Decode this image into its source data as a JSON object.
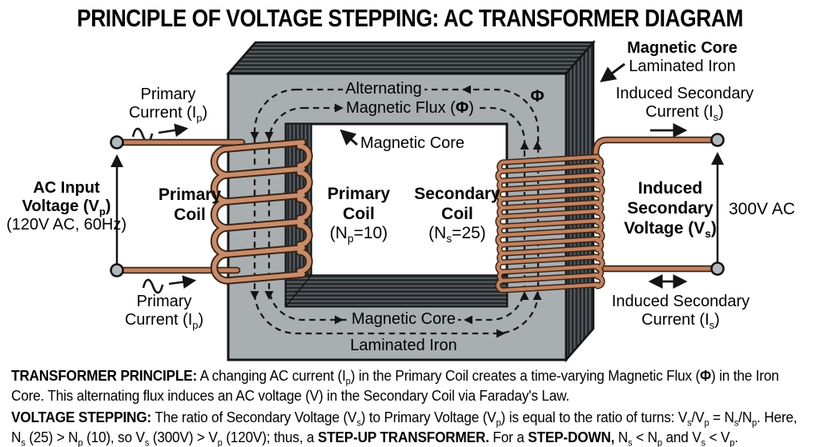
{
  "title": "PRINCIPLE OF VOLTAGE STEPPING: AC TRANSFORMER DIAGRAM",
  "colors": {
    "core_gray": "#a9aeb1",
    "lamination_dark": "#26292c",
    "lamination_light": "#5e6569",
    "copper": "#c2825f",
    "copper_outline": "#3a2416",
    "terminal_gray": "#b3b8ba",
    "line_black": "#141414"
  },
  "diagram": {
    "primary_current_top": {
      "line1": "Primary",
      "line2": [
        {
          "text": "Current (I"
        },
        {
          "text": "p",
          "sub": true
        },
        {
          "text": ")"
        }
      ]
    },
    "ac_input": {
      "line1": "AC Input",
      "line2": [
        {
          "text": "Voltage (V"
        },
        {
          "text": "p",
          "sub": true
        },
        {
          "text": ")"
        }
      ],
      "line3": "(120V AC, 60Hz)"
    },
    "primary_coil_label": {
      "line1": "Primary",
      "line2": "Coil"
    },
    "window_primary": {
      "line1": "Primary",
      "line2": "Coil",
      "line3": [
        {
          "text": "(N"
        },
        {
          "text": "p",
          "sub": true
        },
        {
          "text": "=10)"
        }
      ]
    },
    "window_secondary": {
      "line1": "Secondary",
      "line2": "Coil",
      "line3": [
        {
          "text": "(N"
        },
        {
          "text": "s",
          "sub": true
        },
        {
          "text": "=25)"
        }
      ]
    },
    "flux_label": {
      "line1": "Alternating",
      "line2": [
        {
          "text": "Magnetic Flux ("
        },
        {
          "text": "Φ",
          "bold": true
        },
        {
          "text": ")"
        }
      ]
    },
    "phi": "Φ",
    "magnetic_core_window": "Magnetic Core",
    "magnetic_core_right": {
      "line1": "Magnetic Core",
      "line2": "Laminated Iron"
    },
    "induced_current_top": {
      "line1": "Induced Secondary",
      "line2": [
        {
          "text": "Current (I"
        },
        {
          "text": "s",
          "sub": true
        },
        {
          "text": ")"
        }
      ]
    },
    "induced_voltage": {
      "line1": "Induced",
      "line2": "Secondary",
      "line3": [
        {
          "text": "Voltage (V"
        },
        {
          "text": "s",
          "sub": true
        },
        {
          "text": ")"
        }
      ]
    },
    "secondary_voltage_value": "300V AC",
    "induced_current_bottom": {
      "line1": "Induced Secondary",
      "line2": [
        {
          "text": "Current (I"
        },
        {
          "text": "s",
          "sub": true
        },
        {
          "text": ")"
        }
      ]
    },
    "magnetic_core_bottom": {
      "line1": "Magnetic Core",
      "line2": "Laminated Iron"
    },
    "primary_current_bottom": {
      "line1": "Primary",
      "line2": [
        {
          "text": "Current (I"
        },
        {
          "text": "p",
          "sub": true
        },
        {
          "text": ")"
        }
      ]
    }
  },
  "footer": {
    "paragraph1": [
      {
        "text": "TRANSFORMER PRINCIPLE:",
        "bold": true
      },
      {
        "text": " A changing AC current (I"
      },
      {
        "text": "p",
        "sub": true
      },
      {
        "text": ") in the Primary Coil creates a time-varying Magnetic Flux ("
      },
      {
        "text": "Φ",
        "bold": true
      },
      {
        "text": ") in the Iron Core. This alternating flux induces an AC voltage (V) in the Secondary Coil via Faraday's Law."
      }
    ],
    "paragraph2": [
      {
        "text": "VOLTAGE STEPPING:",
        "bold": true
      },
      {
        "text": " The ratio of Secondary Voltage (V"
      },
      {
        "text": "s",
        "sub": true
      },
      {
        "text": ") to Primary Voltage (V"
      },
      {
        "text": "p",
        "sub": true
      },
      {
        "text": ") is equal to the ratio of turns: V"
      },
      {
        "text": "s",
        "sub": true
      },
      {
        "text": "/V"
      },
      {
        "text": "p",
        "sub": true
      },
      {
        "text": " = N"
      },
      {
        "text": "s",
        "sub": true
      },
      {
        "text": "/N"
      },
      {
        "text": "p",
        "sub": true
      },
      {
        "text": ". Here, N"
      },
      {
        "text": "s",
        "sub": true
      },
      {
        "text": " (25) > N"
      },
      {
        "text": "p",
        "sub": true
      },
      {
        "text": " (10), so V"
      },
      {
        "text": "s",
        "sub": true
      },
      {
        "text": " (300V) > V"
      },
      {
        "text": "p",
        "sub": true
      },
      {
        "text": " (120V); thus, a "
      },
      {
        "text": "STEP-UP TRANSFORMER.",
        "bold": true
      },
      {
        "text": " For a "
      },
      {
        "text": "STEP-DOWN,",
        "bold": true
      },
      {
        "text": " N"
      },
      {
        "text": "s",
        "sub": true
      },
      {
        "text": " < N"
      },
      {
        "text": "p",
        "sub": true
      },
      {
        "text": " and V"
      },
      {
        "text": "s",
        "sub": true
      },
      {
        "text": " < V"
      },
      {
        "text": "p",
        "sub": true
      },
      {
        "text": "."
      }
    ]
  }
}
